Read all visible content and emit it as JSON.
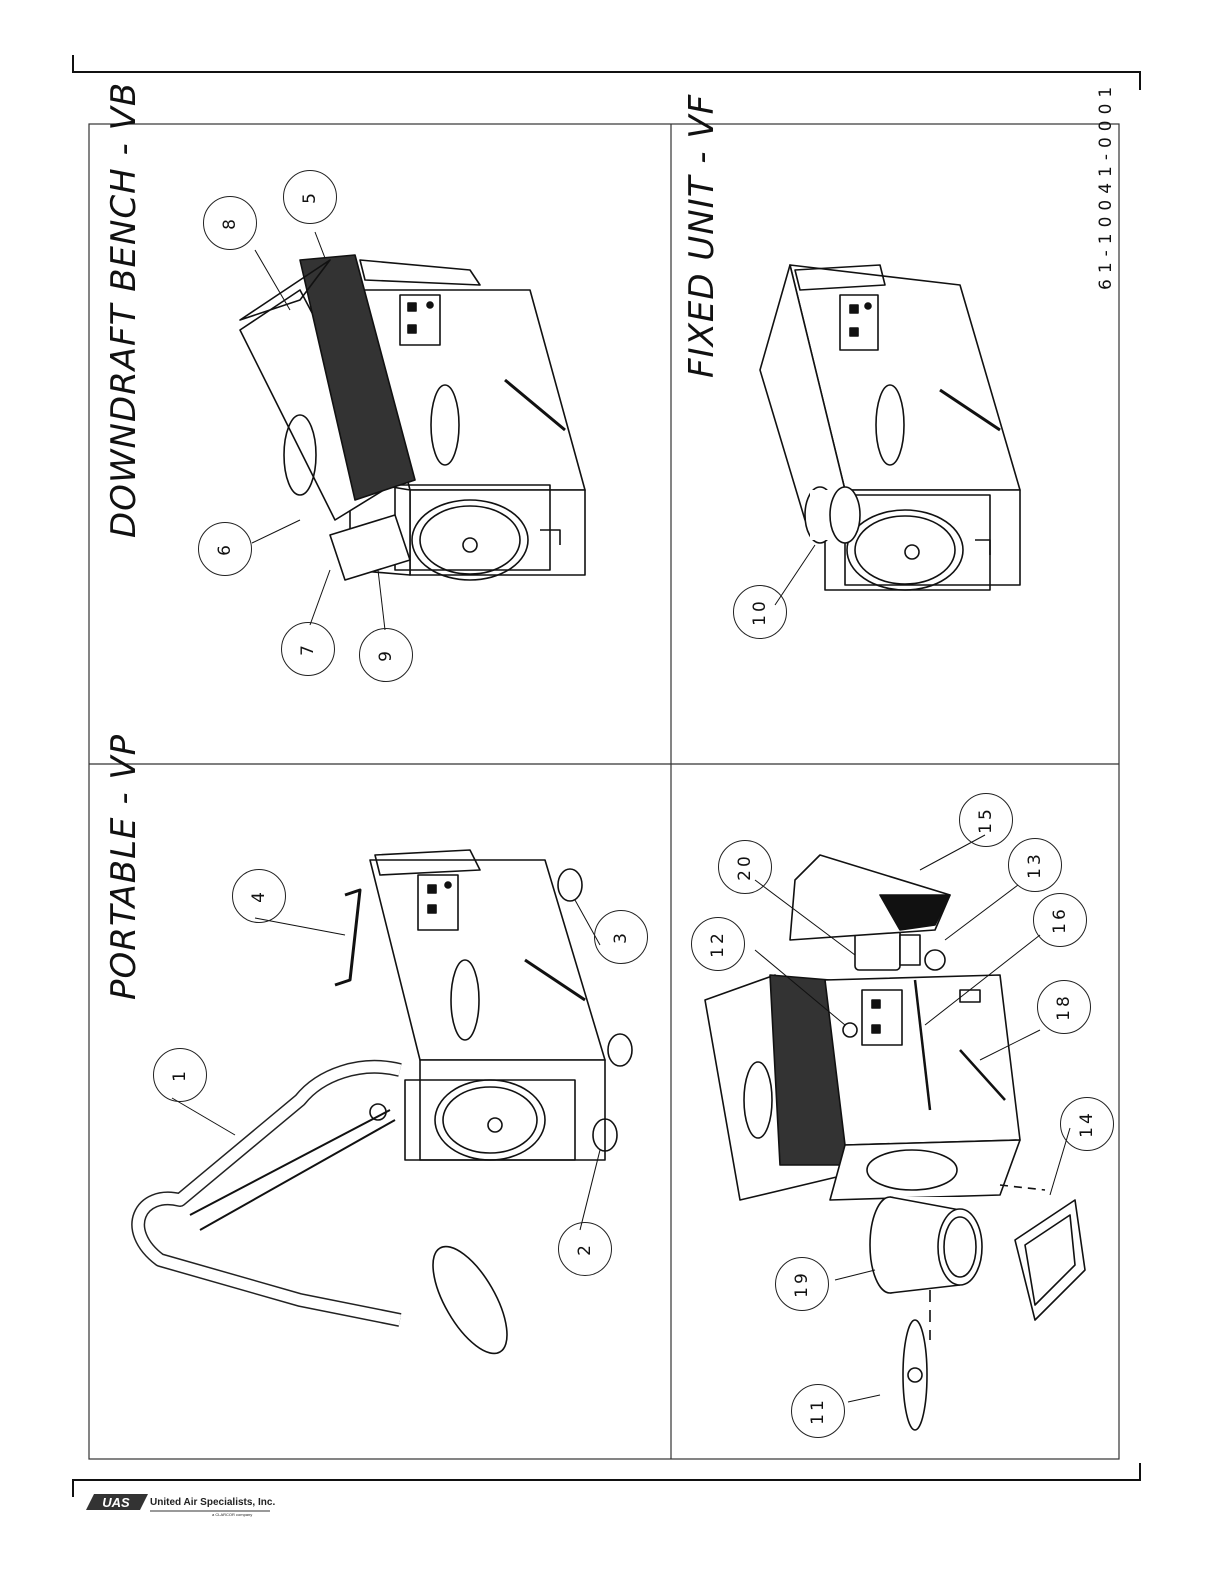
{
  "panels": {
    "downdraft": {
      "title": "DOWNDRAFT BENCH - VB"
    },
    "portable": {
      "title": "PORTABLE - VP"
    },
    "fixed": {
      "title": "FIXED UNIT - VF"
    },
    "exploded": {
      "title": ""
    }
  },
  "document_number": "61-10041-0001",
  "callouts": {
    "c1": "1",
    "c2": "2",
    "c3": "3",
    "c4": "4",
    "c5": "5",
    "c6": "6",
    "c7": "7",
    "c8": "8",
    "c9": "9",
    "c10": "10",
    "c11": "11",
    "c12": "12",
    "c13": "13",
    "c14": "14",
    "c15": "15",
    "c16": "16",
    "c18": "18",
    "c19": "19",
    "c20": "20"
  },
  "footer": {
    "logo_text": "UAS",
    "company": "United Air Specialists, Inc.",
    "subtitle": "a CLARCOR company"
  }
}
